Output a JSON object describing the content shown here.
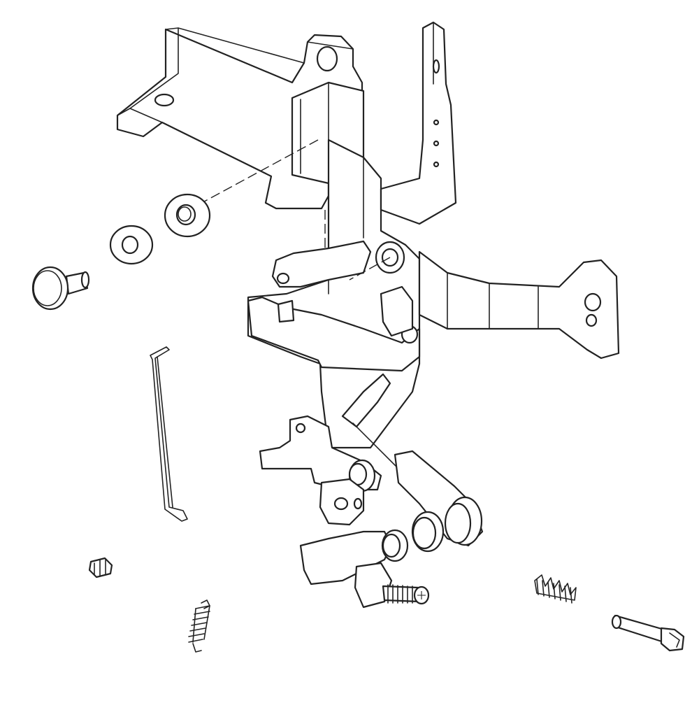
{
  "diagram": {
    "type": "exploded-parts-diagram",
    "colors": {
      "line": "#222222",
      "background": "#ffffff",
      "fill": "#ffffff"
    },
    "parts": [
      "control-bracket",
      "throttle-lever-arm",
      "flat-washer-large",
      "flat-washer-small",
      "pivot-pin",
      "governor-link-rod",
      "push-nut",
      "extension-spring",
      "compression-spring",
      "shoulder-bolt",
      "stop-screw",
      "lever-assembly"
    ]
  }
}
